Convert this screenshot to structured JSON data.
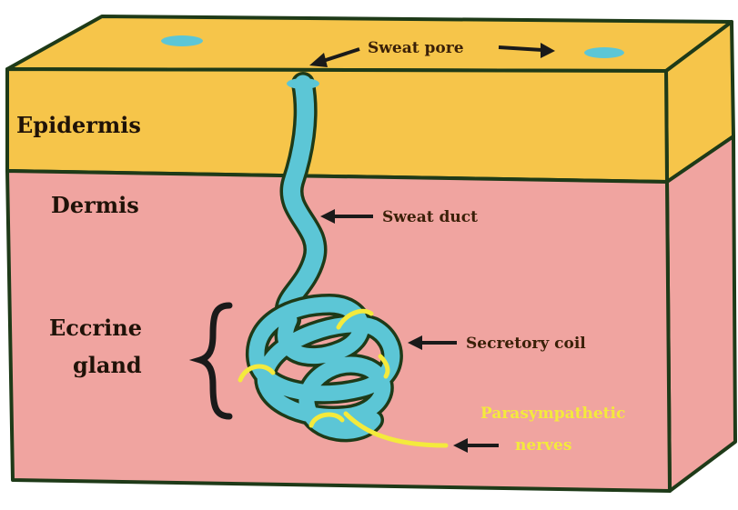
{
  "labels": {
    "epidermis": "Epidermis",
    "dermis": "Dermis",
    "eccrine_line1": "Eccrine",
    "eccrine_line2": "gland",
    "sweat_pore": "Sweat pore",
    "sweat_duct": "Sweat duct",
    "secretory_coil": "Secretory coil",
    "parasympathetic_line1": "Parasympathetic",
    "parasympathetic_line2": "nerves"
  },
  "colors": {
    "epidermis": "#f6c54a",
    "dermis": "#f0a4a0",
    "duct": "#5cc6d6",
    "nerve": "#f4ea3c",
    "outline": "#1e3a18"
  }
}
